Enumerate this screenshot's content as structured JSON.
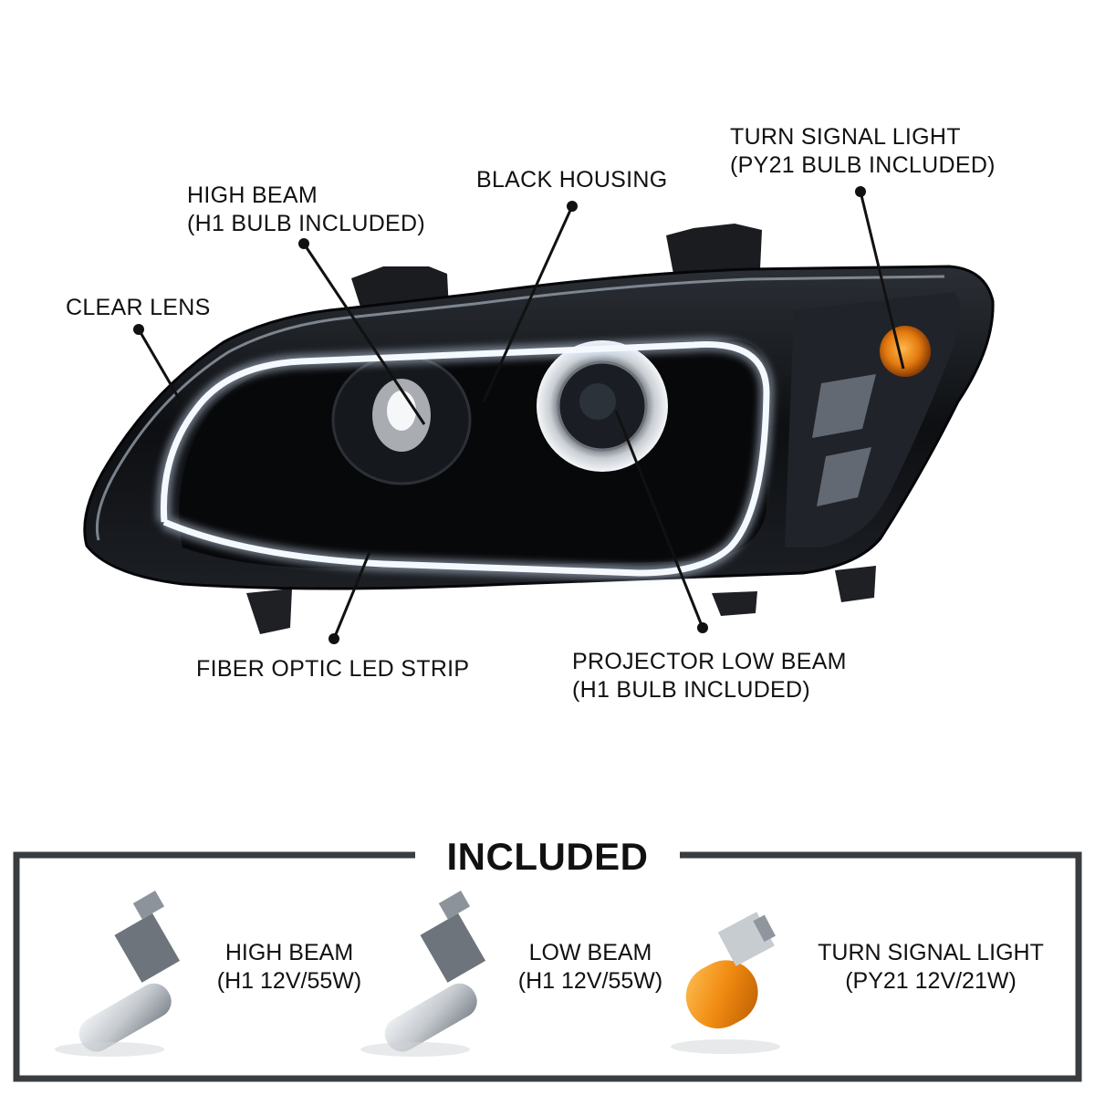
{
  "callouts": {
    "turn_signal": {
      "line1": "TURN SIGNAL LIGHT",
      "line2": "(PY21 BULB INCLUDED)"
    },
    "black_housing": {
      "line1": "BLACK HOUSING"
    },
    "high_beam": {
      "line1": "HIGH BEAM",
      "line2": "(H1 BULB INCLUDED)"
    },
    "clear_lens": {
      "line1": "CLEAR LENS"
    },
    "fiber_optic": {
      "line1": "FIBER OPTIC LED STRIP"
    },
    "projector_low_beam": {
      "line1": "PROJECTOR LOW BEAM",
      "line2": "(H1 BULB INCLUDED)"
    }
  },
  "included": {
    "title": "INCLUDED",
    "items": [
      {
        "line1": "HIGH BEAM",
        "line2": "(H1 12V/55W)"
      },
      {
        "line1": "LOW BEAM",
        "line2": "(H1 12V/55W)"
      },
      {
        "line1": "TURN SIGNAL LIGHT",
        "line2": "(PY21 12V/21W)"
      }
    ]
  },
  "colors": {
    "housing": "#101215",
    "led_strip": "#eef6ff",
    "amber": "#e8860c",
    "frame": "#3a3d40"
  }
}
